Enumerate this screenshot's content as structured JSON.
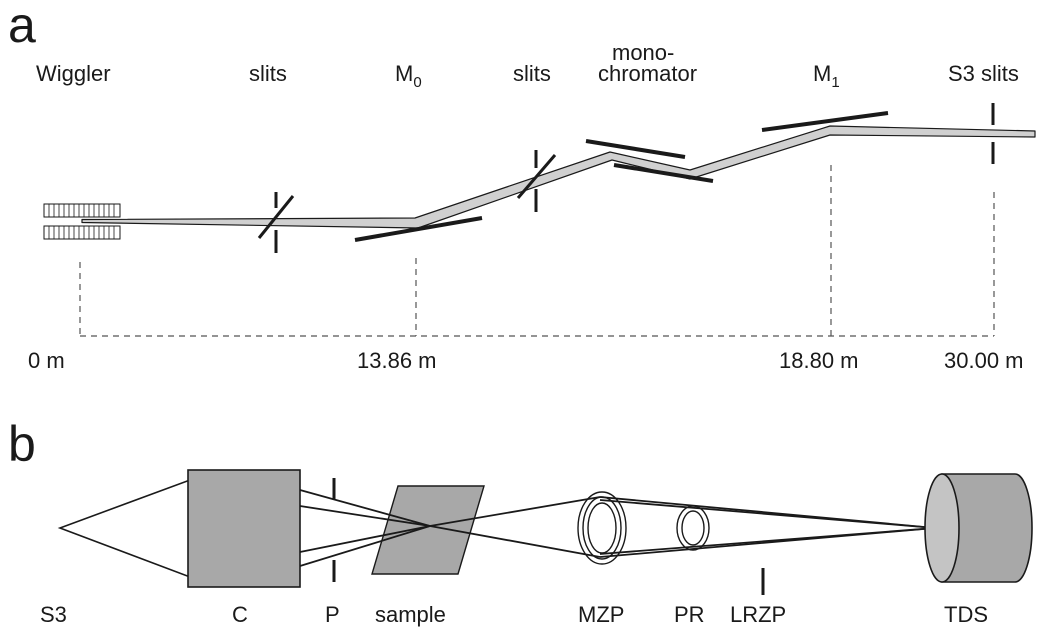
{
  "panel_a": {
    "letter": "a",
    "labels": {
      "wiggler": "Wiggler",
      "slits1": "slits",
      "m0_main": "M",
      "m0_sub": "0",
      "slits2": "slits",
      "mono_line1": "mono-",
      "mono_line2": "chromator",
      "m1_main": "M",
      "m1_sub": "1",
      "s3slits": "S3 slits"
    },
    "positions": {
      "p0": "0 m",
      "p1": "13.86 m",
      "p2": "18.80 m",
      "p3": "30.00 m"
    }
  },
  "panel_b": {
    "letter": "b",
    "labels": {
      "s3": "S3",
      "c": "C",
      "p": "P",
      "sample": "sample",
      "mzp": "MZP",
      "pr": "PR",
      "lrzp": "LRZP",
      "tds": "TDS"
    }
  },
  "colors": {
    "ink": "#1a1a1a",
    "beam_fill": "#d0d0d0",
    "block_fill": "#a8a8a8",
    "detector_face": "#c4c4c4"
  }
}
